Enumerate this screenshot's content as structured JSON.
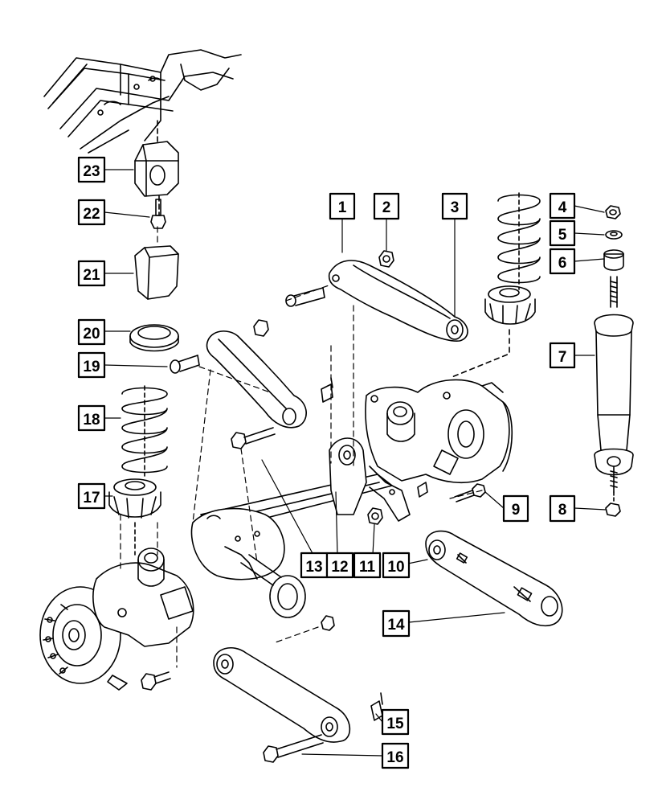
{
  "diagram": {
    "callouts": [
      {
        "id": "c1",
        "label": "1"
      },
      {
        "id": "c2",
        "label": "2"
      },
      {
        "id": "c3",
        "label": "3"
      },
      {
        "id": "c4",
        "label": "4"
      },
      {
        "id": "c5",
        "label": "5"
      },
      {
        "id": "c6",
        "label": "6"
      },
      {
        "id": "c7",
        "label": "7"
      },
      {
        "id": "c8",
        "label": "8"
      },
      {
        "id": "c9",
        "label": "9"
      },
      {
        "id": "c10",
        "label": "10"
      },
      {
        "id": "c11",
        "label": "11"
      },
      {
        "id": "c12",
        "label": "12"
      },
      {
        "id": "c13",
        "label": "13"
      },
      {
        "id": "c14",
        "label": "14"
      },
      {
        "id": "c15",
        "label": "15"
      },
      {
        "id": "c16",
        "label": "16"
      },
      {
        "id": "c17",
        "label": "17"
      },
      {
        "id": "c18",
        "label": "18"
      },
      {
        "id": "c19",
        "label": "19"
      },
      {
        "id": "c20",
        "label": "20"
      },
      {
        "id": "c21",
        "label": "21"
      },
      {
        "id": "c22",
        "label": "22"
      },
      {
        "id": "c23",
        "label": "23"
      }
    ],
    "colors": {
      "ink": "#000000",
      "paper": "#ffffff",
      "shade": "#e6e6e6"
    }
  }
}
